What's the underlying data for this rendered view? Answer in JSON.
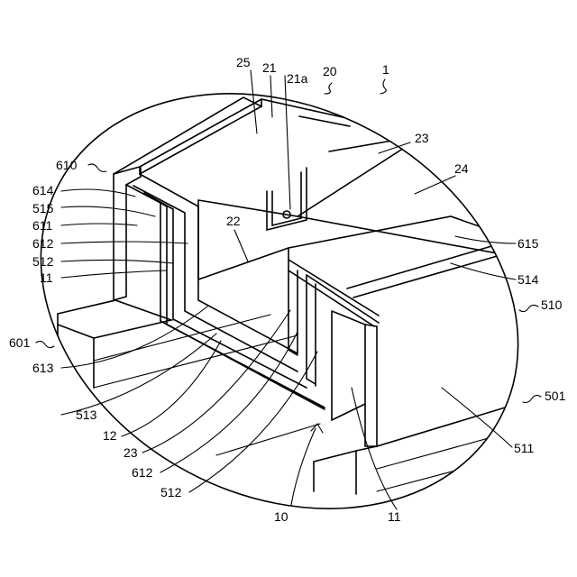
{
  "labels": {
    "l1": "1",
    "l20": "20",
    "l21": "21",
    "l21a": "21a",
    "l25": "25",
    "l23_top": "23",
    "l24": "24",
    "l22": "22",
    "l610": "610",
    "l614": "614",
    "l515_left": "515",
    "l611": "611",
    "l612_left": "612",
    "l512_left": "512",
    "l11_left": "11",
    "l615": "615",
    "l514": "514",
    "l510": "510",
    "l601": "601",
    "l613": "613",
    "l513": "513",
    "l12": "12",
    "l23_bottom": "23",
    "l612_bottom": "612",
    "l512_bottom": "512",
    "l10": "10",
    "l11_bottom": "11",
    "l511": "511",
    "l501": "501"
  }
}
